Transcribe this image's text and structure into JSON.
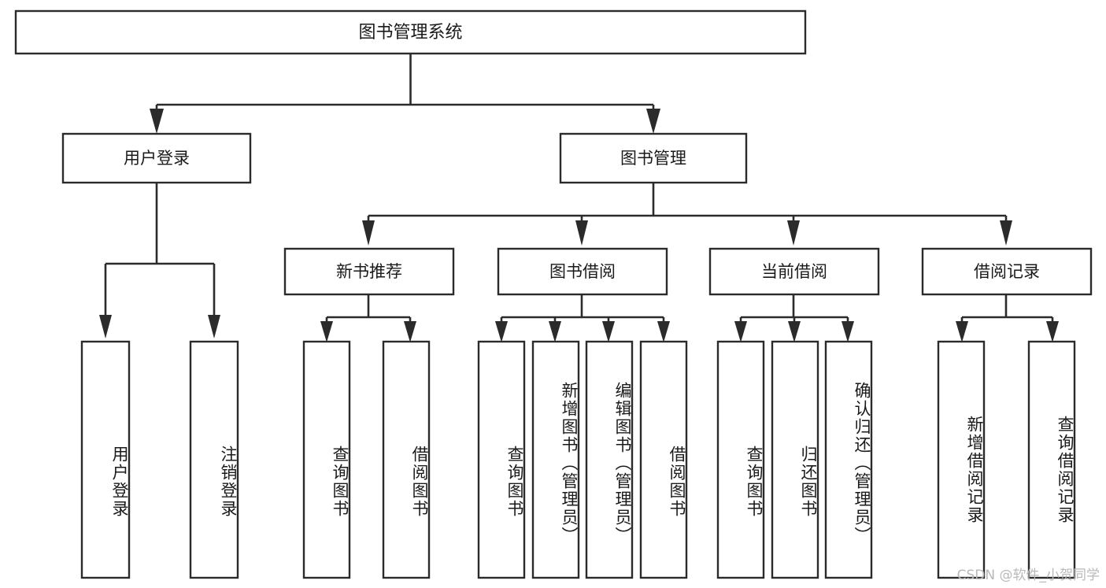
{
  "diagram": {
    "title": "图书管理系统",
    "type": "tree",
    "orientation": "top-down",
    "colors": {
      "box_stroke": "#2b2b2b",
      "box_fill": "#ffffff",
      "connector": "#2b2b2b",
      "text": "#1a1a1a",
      "background": "#ffffff",
      "watermark": "#b9b9b9"
    },
    "levels": {
      "root": {
        "label": "图书管理系统"
      },
      "level2": [
        {
          "label": "用户登录"
        },
        {
          "label": "图书管理"
        }
      ],
      "level3": [
        {
          "label": "新书推荐"
        },
        {
          "label": "图书借阅"
        },
        {
          "label": "当前借阅"
        },
        {
          "label": "借阅记录"
        }
      ],
      "leaves": [
        {
          "label": "用户登录",
          "parent": "用户登录"
        },
        {
          "label": "注销登录",
          "parent": "用户登录"
        },
        {
          "label": "查询图书",
          "parent": "新书推荐"
        },
        {
          "label": "借阅图书",
          "parent": "新书推荐"
        },
        {
          "label": "查询图书",
          "parent": "图书借阅"
        },
        {
          "label": "新增图书（管理员）",
          "parent": "图书借阅"
        },
        {
          "label": "编辑图书（管理员）",
          "parent": "图书借阅"
        },
        {
          "label": "借阅图书",
          "parent": "图书借阅"
        },
        {
          "label": "查询图书",
          "parent": "当前借阅"
        },
        {
          "label": "归还图书",
          "parent": "当前借阅"
        },
        {
          "label": "确认归还（管理员）",
          "parent": "当前借阅"
        },
        {
          "label": "新增借阅记录",
          "parent": "借阅记录"
        },
        {
          "label": "查询借阅记录",
          "parent": "借阅记录"
        }
      ]
    }
  },
  "watermark": {
    "text": "CSDN @软件_小贺同学"
  }
}
